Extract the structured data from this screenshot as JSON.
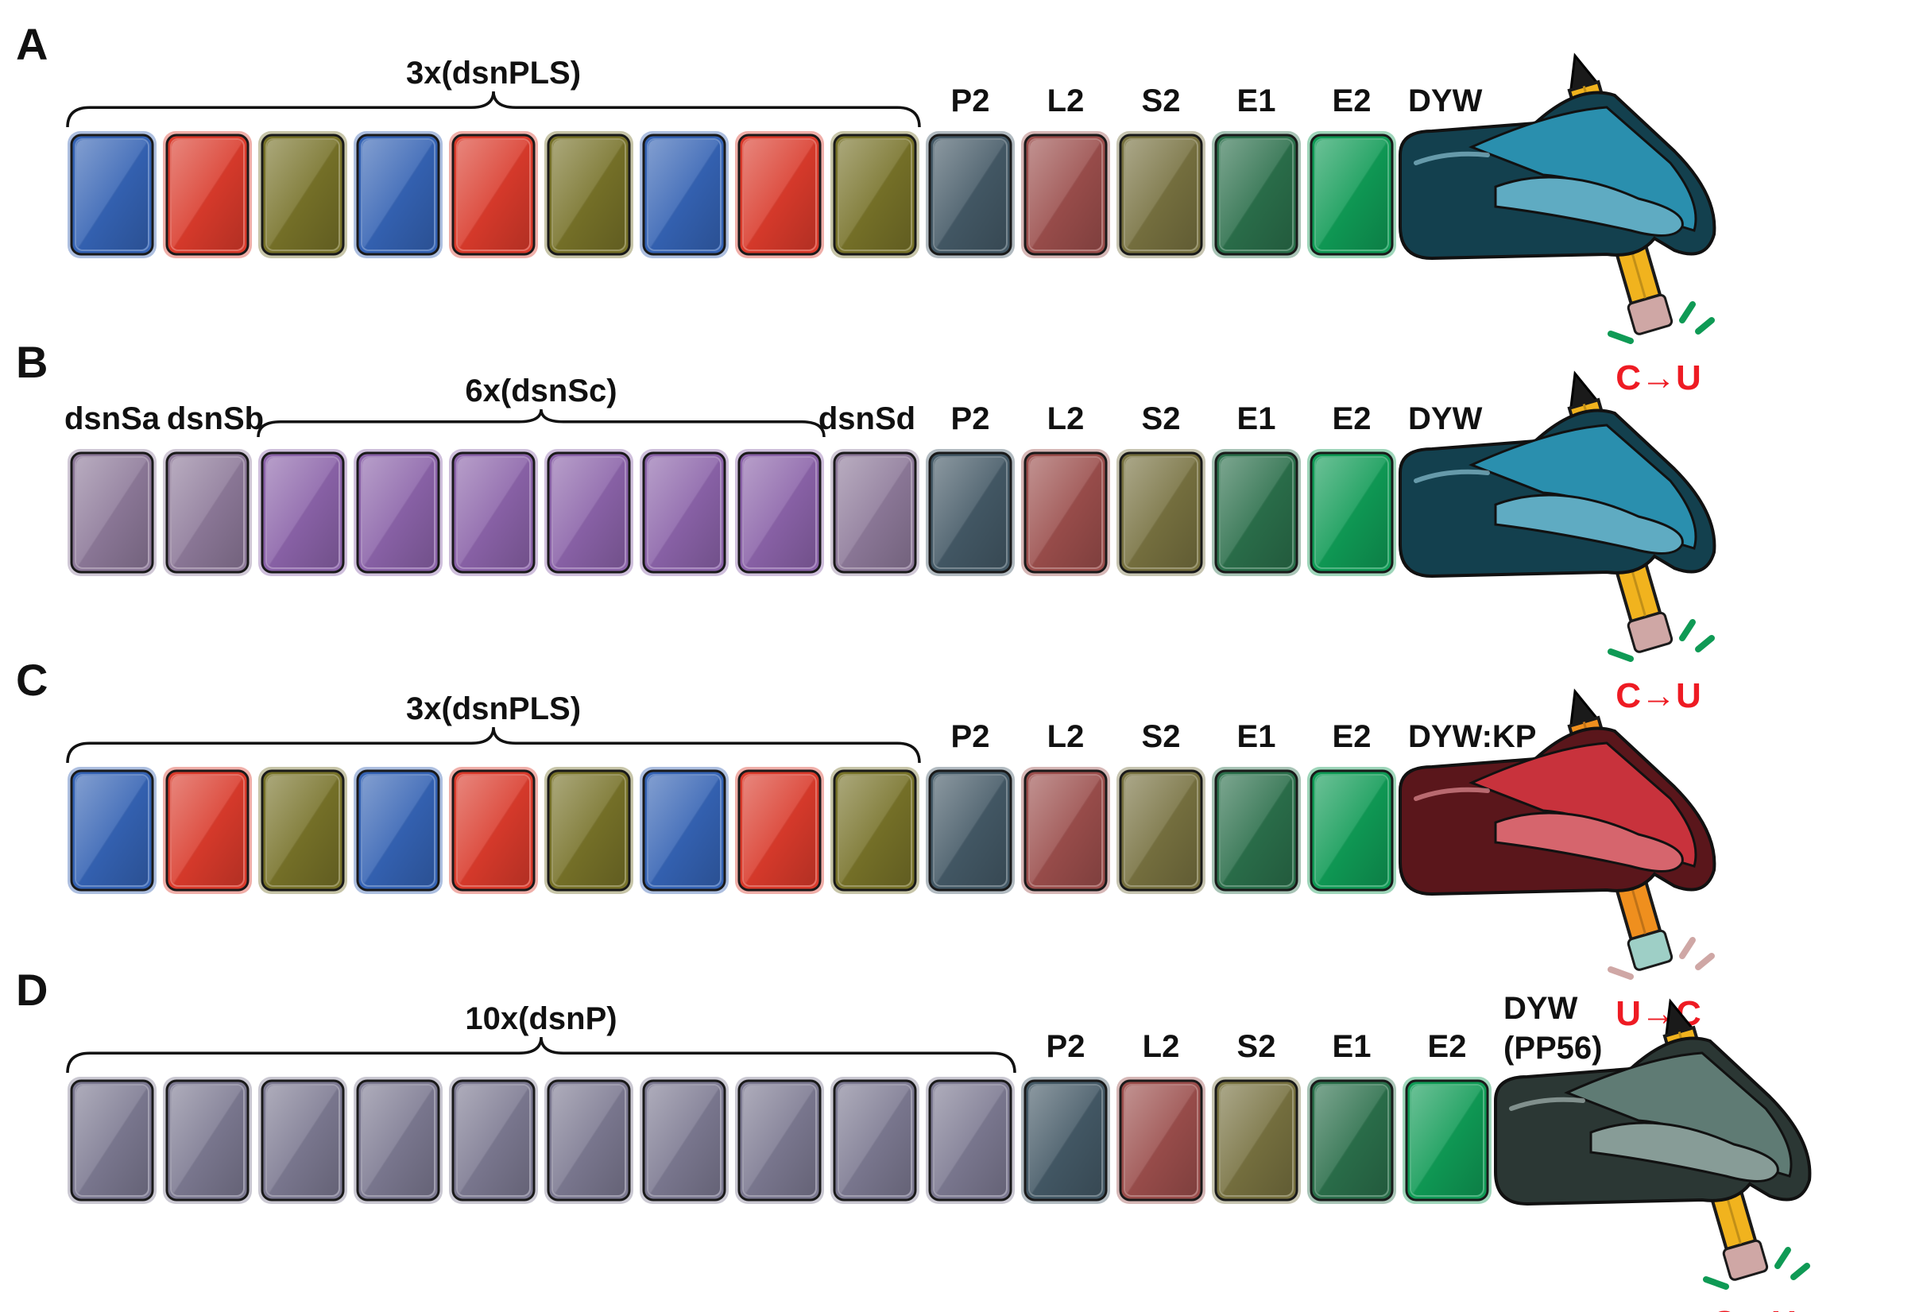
{
  "colors": {
    "blue": "#3462b3",
    "red": "#d93a2b",
    "olive": "#767128",
    "purple": "#8a62a8",
    "lilac": "#8c7898",
    "slate": "#7b7890",
    "p2": "#435865",
    "l2": "#9a4d4b",
    "s2": "#76703f",
    "e1": "#2a6e4a",
    "e2": "#0f9a55",
    "hand_blue": "#2a8fae",
    "hand_red": "#c8323c",
    "hand_gray": "#5f7b74",
    "pencil_yellow": "#f1b31e",
    "pencil_orange": "#ef8f1e",
    "edit_red": "#ee1b23",
    "tip_pink": "#cfa7a5",
    "tip_teal": "#9ecfc6"
  },
  "panels": [
    {
      "letter": "A",
      "repeat_label": "3x(dsnPLS)",
      "prefix_labels": [],
      "suffix_label": "",
      "repeat_motifs": [
        "blue",
        "red",
        "olive",
        "blue",
        "red",
        "olive",
        "blue",
        "red",
        "olive"
      ],
      "tail_labels": [
        "P2",
        "L2",
        "S2",
        "E1",
        "E2"
      ],
      "dyw_label": [
        "DYW"
      ],
      "hand": "hand_blue",
      "pencil": "pencil_yellow",
      "tip": "tip_pink",
      "edit_label": "C→U"
    },
    {
      "letter": "B",
      "repeat_label": "6x(dsnSc)",
      "prefix_labels": [
        "dsnSa",
        "dsnSb"
      ],
      "suffix_label": "dsnSd",
      "repeat_motifs": [
        "purple",
        "purple",
        "purple",
        "purple",
        "purple",
        "purple"
      ],
      "tail_labels": [
        "P2",
        "L2",
        "S2",
        "E1",
        "E2"
      ],
      "dyw_label": [
        "DYW"
      ],
      "hand": "hand_blue",
      "pencil": "pencil_yellow",
      "tip": "tip_pink",
      "edit_label": "C→U"
    },
    {
      "letter": "C",
      "repeat_label": "3x(dsnPLS)",
      "prefix_labels": [],
      "suffix_label": "",
      "repeat_motifs": [
        "blue",
        "red",
        "olive",
        "blue",
        "red",
        "olive",
        "blue",
        "red",
        "olive"
      ],
      "tail_labels": [
        "P2",
        "L2",
        "S2",
        "E1",
        "E2"
      ],
      "dyw_label": [
        "DYW:KP"
      ],
      "hand": "hand_red",
      "pencil": "pencil_orange",
      "tip": "tip_teal",
      "edit_label": "U→C"
    },
    {
      "letter": "D",
      "repeat_label": "10x(dsnP)",
      "prefix_labels": [],
      "suffix_label": "",
      "repeat_motifs": [
        "slate",
        "slate",
        "slate",
        "slate",
        "slate",
        "slate",
        "slate",
        "slate",
        "slate",
        "slate"
      ],
      "tail_labels": [
        "P2",
        "L2",
        "S2",
        "E1",
        "E2"
      ],
      "dyw_label": [
        "DYW",
        "(PP56)"
      ],
      "hand": "hand_gray",
      "pencil": "pencil_yellow",
      "tip": "tip_pink",
      "edit_label": "C→U"
    }
  ]
}
